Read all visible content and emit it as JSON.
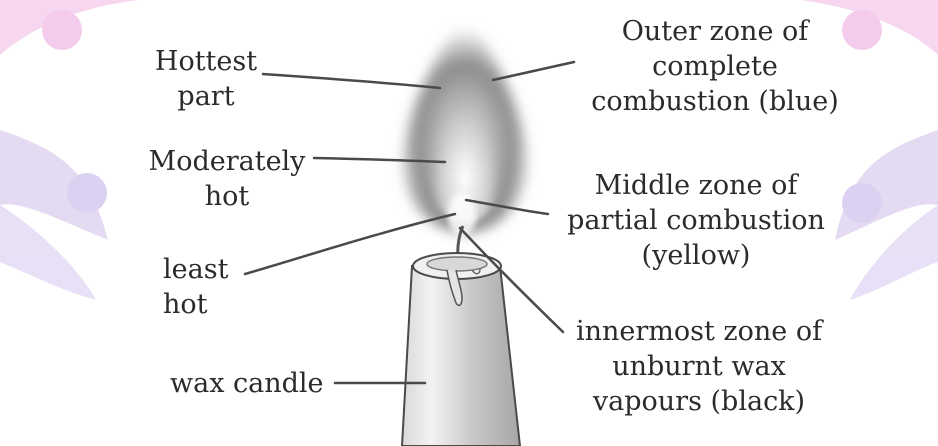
{
  "labels": {
    "hottest_part": [
      "Hottest",
      "part"
    ],
    "moderately_hot": [
      "Moderately",
      "hot"
    ],
    "least_hot": [
      "least",
      "hot"
    ],
    "wax_candle": [
      "wax candle"
    ],
    "outer_zone": [
      "Outer zone of",
      "complete",
      "combustion (blue)"
    ],
    "middle_zone": [
      "Middle zone of",
      "partial combustion",
      "(yellow)"
    ],
    "innermost_zone": [
      "innermost zone of",
      "unburnt wax",
      "vapours (black)"
    ]
  },
  "colors": {
    "text": "#2b2b2b",
    "background_shapes": "#e2d8f2",
    "background_accent": "#f6d3ee",
    "flame": "#6e6e6e"
  }
}
